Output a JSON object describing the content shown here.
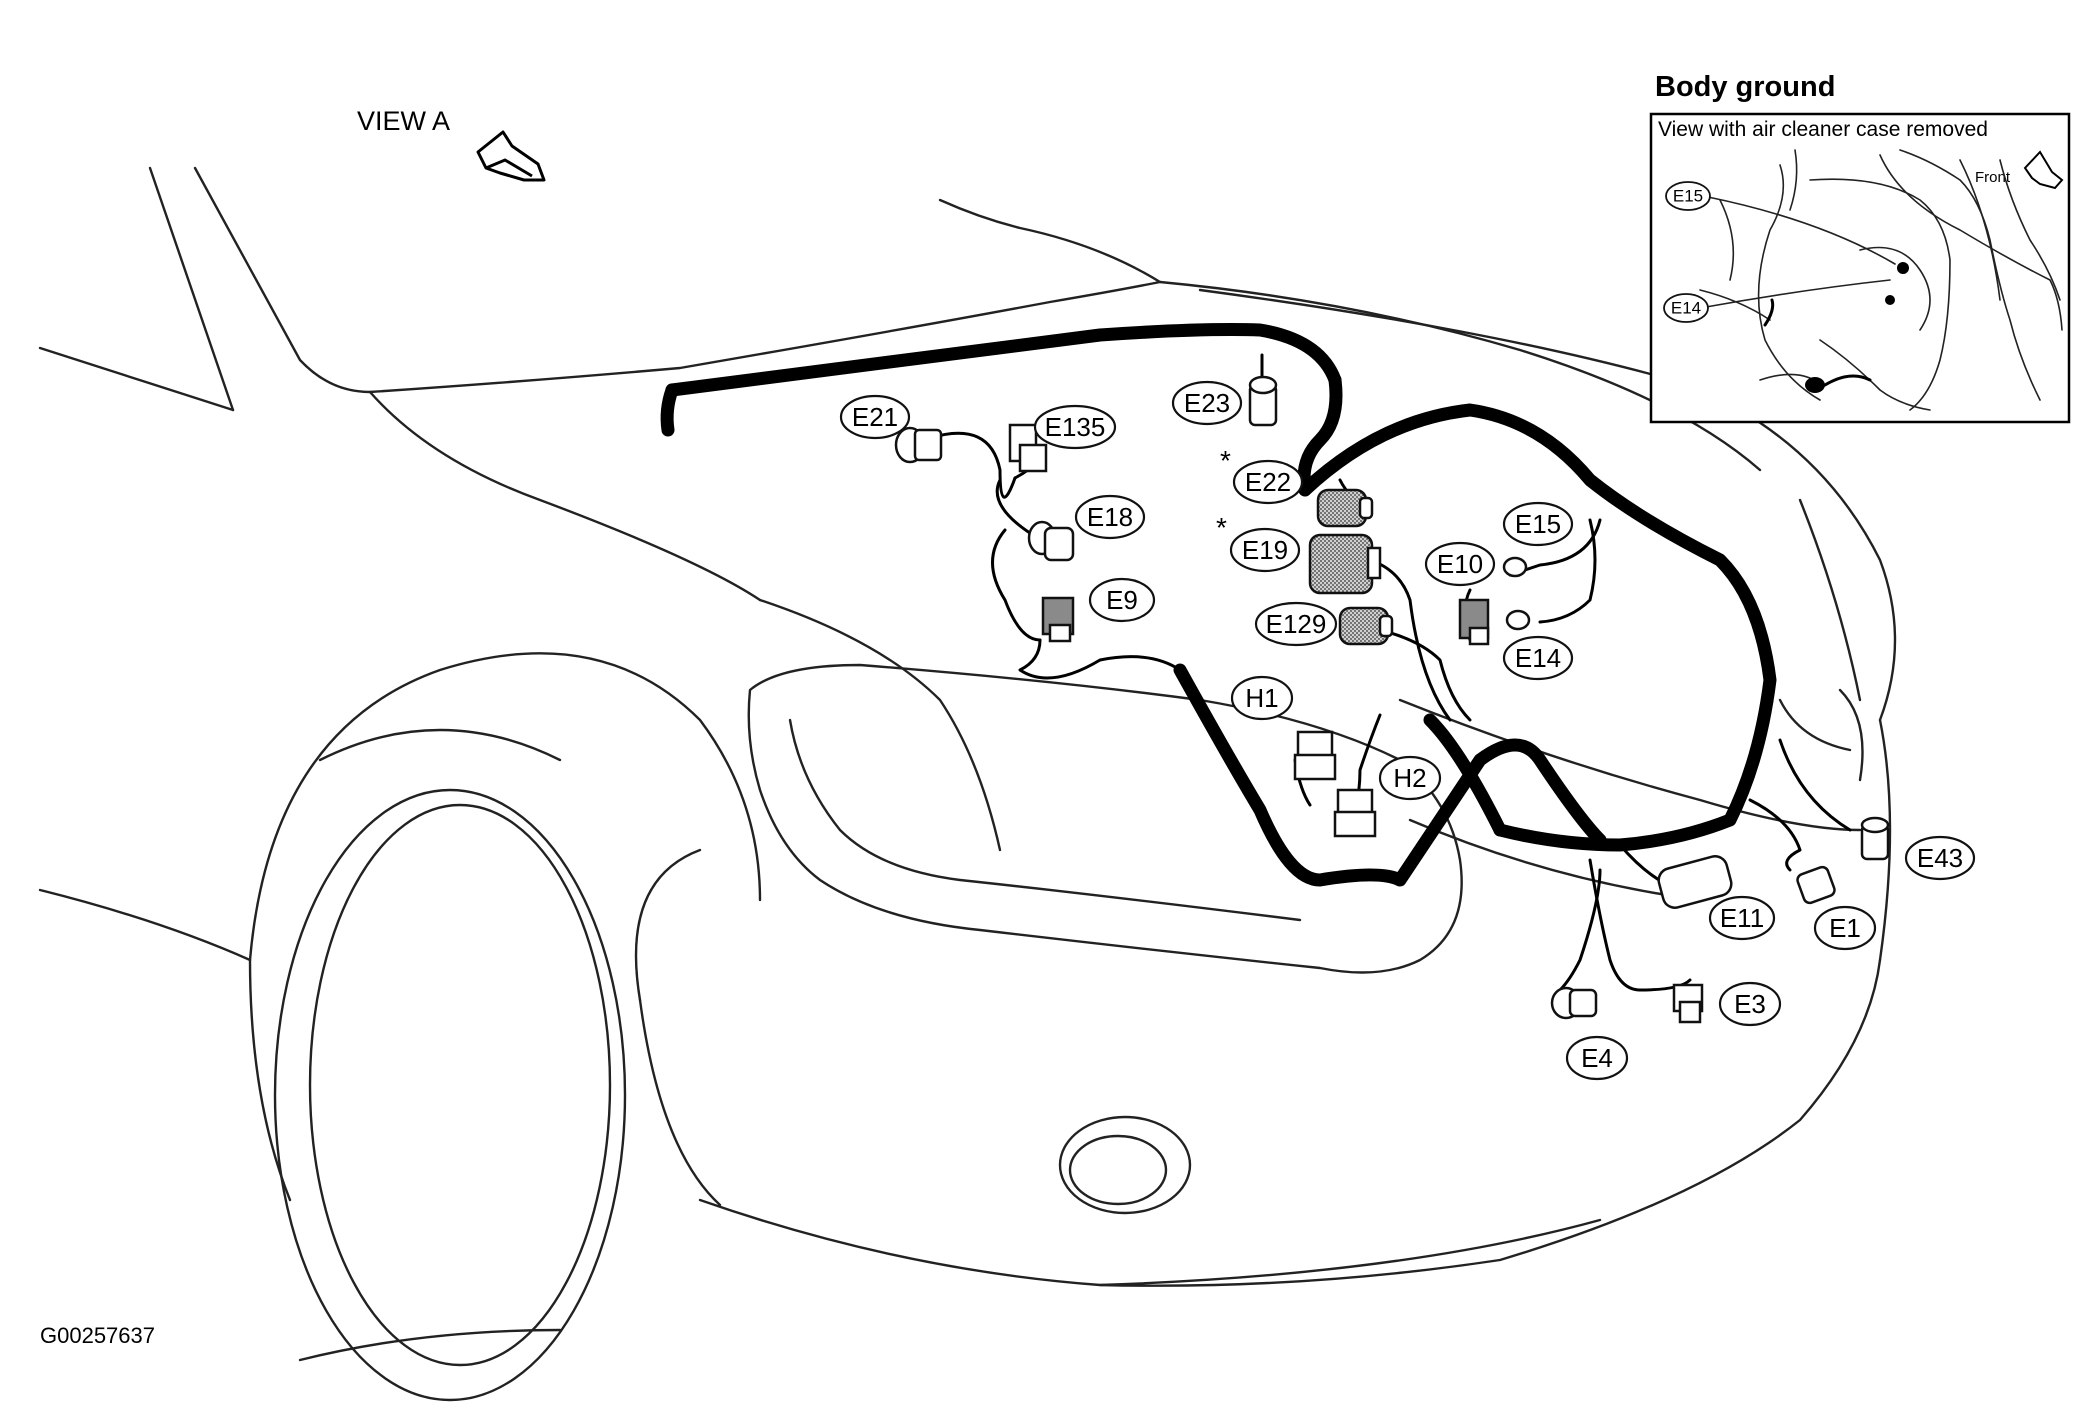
{
  "view_label": "VIEW A",
  "figure_id": "G00257637",
  "inset": {
    "title": "Body ground",
    "caption": "View with air cleaner case removed",
    "front_label": "Front",
    "labels": [
      "E15",
      "E14"
    ]
  },
  "connectors": {
    "E21": "E21",
    "E135": "E135",
    "E18": "E18",
    "E9": "E9",
    "E23": "E23",
    "E22": "E22",
    "E19": "E19",
    "E129": "E129",
    "E15": "E15",
    "E10": "E10",
    "E14": "E14",
    "H1": "H1",
    "H2": "H2",
    "E11": "E11",
    "E1": "E1",
    "E43": "E43",
    "E3": "E3",
    "E4": "E4"
  },
  "star_marker": "*"
}
